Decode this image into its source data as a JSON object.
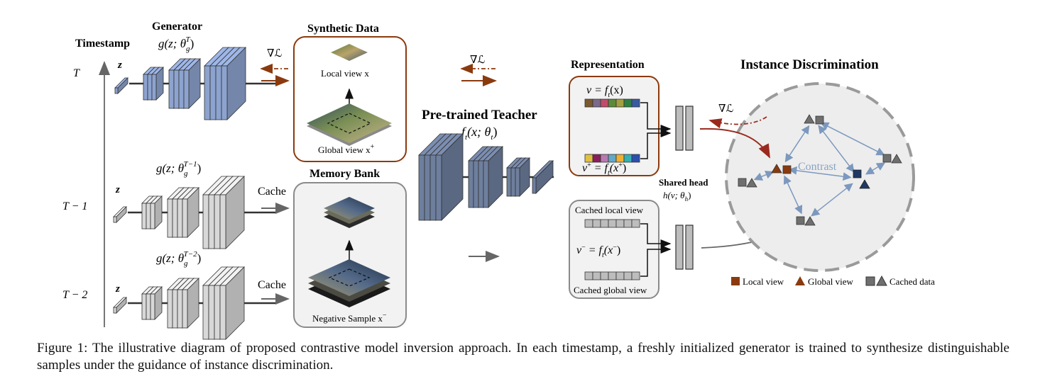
{
  "timeline": {
    "title": "Timestamp",
    "t0": "T",
    "t1": "T − 1",
    "t2": "T − 2"
  },
  "generator": {
    "title": "Generator",
    "formula_t0": "g(z; θ",
    "formula_t0_sub": "g",
    "formula_t0_sup": "T",
    "formula_t1": "g(z; θ",
    "formula_t1_sup": "T−1",
    "formula_t2": "g(z; θ",
    "formula_t2_sup": "T−2",
    "z_label": "z",
    "formula_close": ")"
  },
  "grad": {
    "symbol": "∇ℒ"
  },
  "cache": {
    "label": "Cache"
  },
  "synthetic": {
    "title": "Synthetic Data",
    "local_view": "Local view x",
    "global_view": "Global view x",
    "global_sup": "+"
  },
  "memory": {
    "title": "Memory Bank",
    "negative": "Negative Sample x",
    "negative_sup": "−"
  },
  "teacher": {
    "title": "Pre-trained Teacher",
    "formula": "f",
    "formula_sub": "t",
    "formula_rest": "(x; θ",
    "formula_rest_sub": "t",
    "formula_close": ")"
  },
  "representation": {
    "title": "Representation",
    "v_formula": "v = f",
    "v_sub": "t",
    "v_rest": "(x)",
    "vplus_formula": "v",
    "vplus_sup": "+",
    "vplus_rest": " = f",
    "vplus_sub": "t",
    "vplus_end": "(x",
    "vplus_end_sup": "+",
    "vplus_close": ")"
  },
  "cached": {
    "local": "Cached local view",
    "global": "Cached global view",
    "vminus_formula": "v",
    "vminus_sup": "−",
    "vminus_rest": " = f",
    "vminus_sub": "t",
    "vminus_end": "(x",
    "vminus_end_sup": "−",
    "vminus_close": ")"
  },
  "head": {
    "title": "Shared head",
    "formula": "h(v; θ",
    "formula_sub": "h",
    "formula_close": ")"
  },
  "instance": {
    "title": "Instance Discrimination",
    "contrast": "Contrast"
  },
  "legend": {
    "local": "Local view",
    "global": "Global view",
    "cached": "Cached data"
  },
  "colors": {
    "brown": "#8B3A0E",
    "blue_gen": "#8DA3CF",
    "gray_gen": "#D8D8D8",
    "teacher": "#6E7F9E",
    "navy": "#1F3864",
    "arrow_blue": "#7C98BE",
    "circle_fill": "#EDEDED"
  },
  "caption": {
    "text": "Figure 1: The illustrative diagram of proposed contrastive model inversion approach. In each timestamp, a freshly initialized generator is trained to synthesize distinguishable samples under the guidance of instance discrimination."
  }
}
